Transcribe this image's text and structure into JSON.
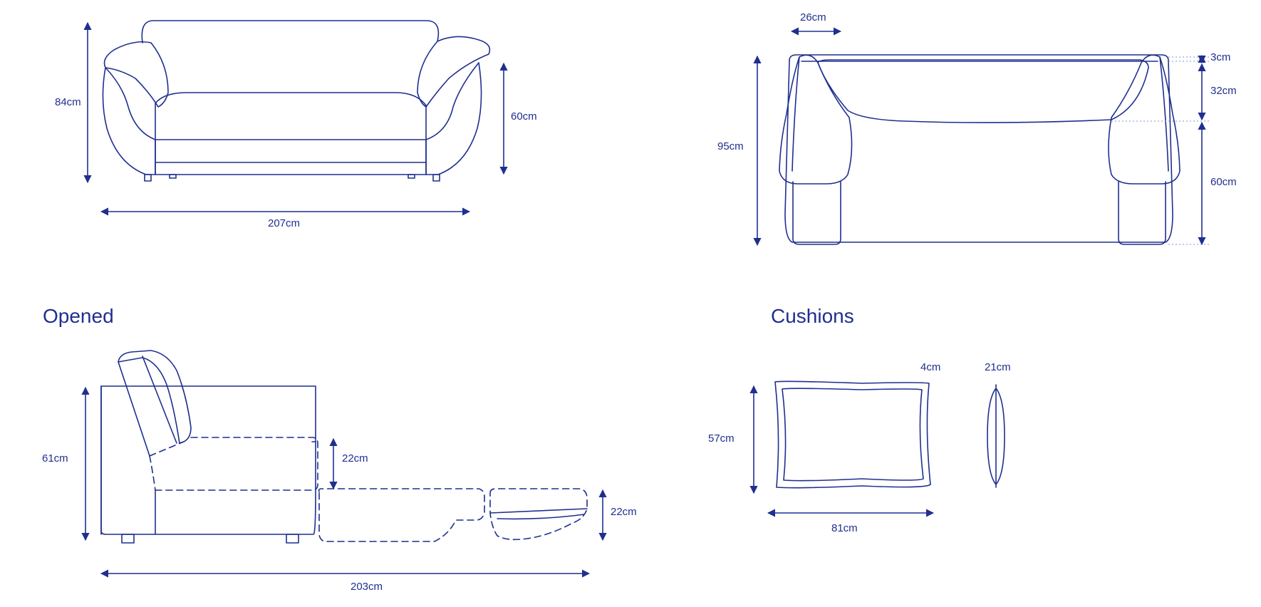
{
  "sections": {
    "opened_title": "Opened",
    "cushions_title": "Cushions"
  },
  "front_view": {
    "height_total": "84cm",
    "height_seat": "60cm",
    "width": "207cm"
  },
  "top_view": {
    "arm_width": "26cm",
    "depth_total": "95cm",
    "top_lip": "3cm",
    "backrest": "32cm",
    "seat": "60cm"
  },
  "opened_view": {
    "height": "61cm",
    "cushion_height": "22cm",
    "extension_height": "22cm",
    "length": "203cm"
  },
  "cushions_view": {
    "height": "57cm",
    "width": "81cm",
    "border": "4cm",
    "thickness": "21cm"
  },
  "colors": {
    "line": "#1f2f8f",
    "background": "#ffffff"
  }
}
